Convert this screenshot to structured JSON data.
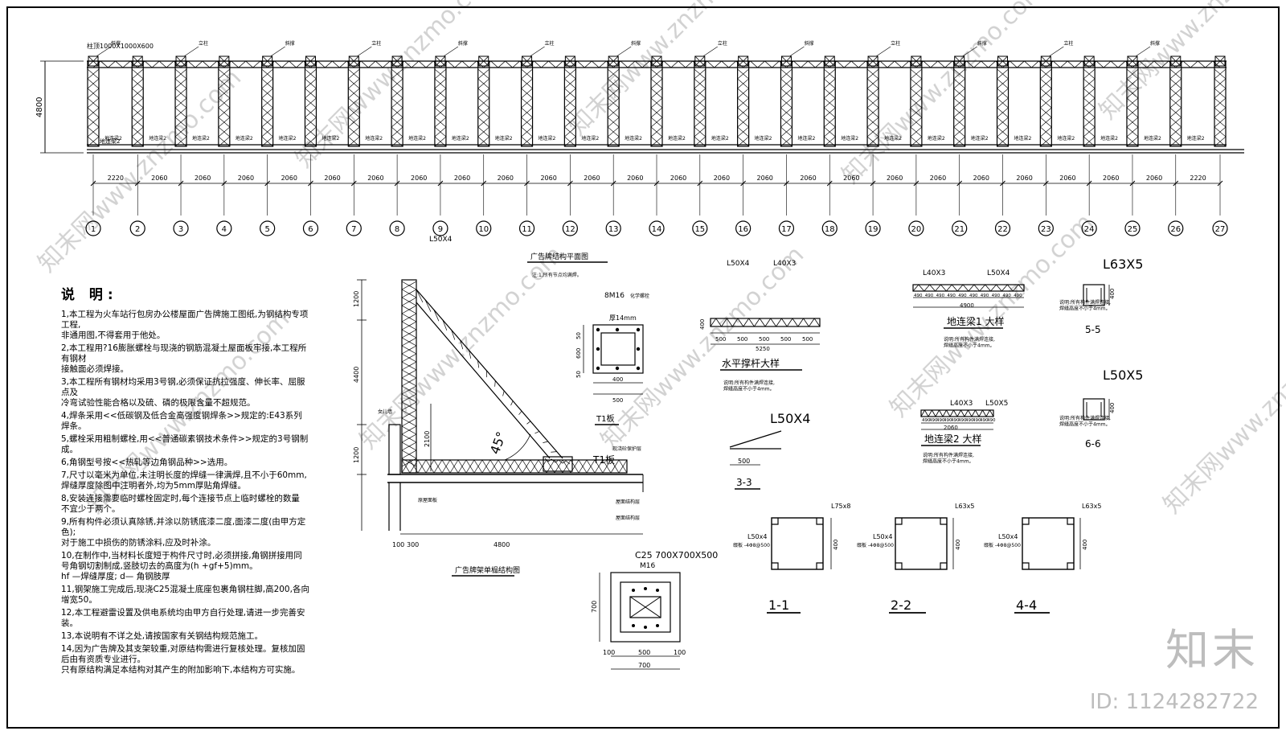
{
  "elevation": {
    "height_dim": "4800",
    "member_labels": [
      "柱顶1000X1000X600",
      "地连梁2",
      "斜撑",
      "立柱",
      "横梁"
    ],
    "spans": [
      "2220",
      "2060",
      "2060",
      "2060",
      "2060",
      "2060",
      "2060",
      "2060",
      "2060",
      "2060",
      "2060",
      "2060",
      "2060",
      "2060",
      "2060",
      "2060",
      "2060",
      "2060",
      "2060",
      "2060",
      "2060",
      "2060",
      "2060",
      "2060",
      "2060",
      "2220"
    ],
    "axes": [
      "1",
      "2",
      "3",
      "4",
      "5",
      "6",
      "7",
      "8",
      "9",
      "10",
      "11",
      "12",
      "13",
      "14",
      "15",
      "16",
      "17",
      "18",
      "19",
      "20",
      "21",
      "22",
      "23",
      "24",
      "25",
      "26",
      "27"
    ],
    "axis_note": "L50X4"
  },
  "notes": {
    "title": "说 明:",
    "items": [
      "1,本工程为火车站行包房办公楼屋面广告牌施工图纸,为钢结构专项工程,\n  非通用图,不得套用于他处。",
      "2,本工程用?16膨胀螺栓与现浇的钢筋混凝土屋面板牢接,本工程所有钢材\n  接触面必须焊接。",
      "3,本工程所有钢材均采用3号钢,必须保证抗拉强度、伸长率、屈服点及\n  冷弯试验性能合格以及硫、磷的极限含量不超规范。",
      "4,焊条采用<<低碳钢及低合金高强度钢焊条>>规定的:E43系列焊条。",
      "5,螺栓采用粗制螺栓,用<<普通碳素钢技术条件>>规定的3号钢制成。",
      "6,角钢型号按<<热轧等边角钢品种>>选用。",
      "7,尺寸以毫米为单位,未注明长度的焊缝一律满焊,且不小于60mm,\n  焊缝厚度除图中注明者外,均为5mm厚贴角焊缝。",
      "8,安装连接需要临时螺栓固定时,每个连接节点上临时螺栓的数量\n  不宜少于两个。",
      "9,所有构件必须认真除锈,并涂以防锈底漆二度,面漆二度(由甲方定色);\n  对于施工中损伤的防锈涂料,应及时补涂。",
      "10,在制作中,当材料长度短于构件尺寸时,必须拼接,角钢拼接用同\n  号角钢切割制成,竖肢切去的高度为(h +gf+5)mm。\n  hf —焊缝厚度; d— 角钢肢厚",
      "11,钢架施工完成后,现浇C25混凝土底座包裹角钢柱脚,高200,各向增宽50。",
      "12,本工程避雷设置及供电系统均由甲方自行处理,请进一步完善安装。",
      "13,本说明有不详之处,请按国家有关钢结构规范施工。",
      "14,因为广告牌及其支架较重,对原结构需进行复核处理。复核加固后由有资质专业进行。\n  只有原结构满足本结构对其产生的附加影响下,本结构方可实施。"
    ]
  },
  "section": {
    "title": "广告牌架单榀结构图",
    "dims": [
      "1200",
      "4400",
      "1200",
      "2100",
      "4800",
      "100",
      "300",
      "45°"
    ],
    "labels": [
      "T1板",
      "现浇砼保护层",
      "屋面结构层",
      "屋面结构层",
      "原屋面板",
      "女儿墙"
    ]
  },
  "plan": {
    "title": "广告牌结构平面图",
    "note": "注:1,所有节点均满焊。",
    "bolt": "8M16",
    "bolt_note": "化学螺栓",
    "plate": "厚14mm",
    "dims": [
      "500",
      "400",
      "600",
      "50",
      "50",
      "50",
      "50"
    ],
    "label": "T1板"
  },
  "base": {
    "title": "C25 700X700X500",
    "bolt": "M16",
    "dims": [
      "700",
      "100",
      "500",
      "100",
      "700"
    ]
  },
  "strut": {
    "labels": [
      "L50X4",
      "L40X3"
    ],
    "dims": [
      "400",
      "500",
      "500",
      "500",
      "500",
      "500",
      "5250"
    ],
    "title": "水平撑杆大样",
    "note": "说明:所有构件满焊连接,\n焊缝高度不小于4mm。"
  },
  "section33": {
    "angle": "L50X4",
    "dim": "500",
    "title": "3-3"
  },
  "beam1": {
    "labels": [
      "L40X3",
      "L50X4"
    ],
    "dims": [
      "490",
      "490",
      "490",
      "490",
      "490",
      "490",
      "490",
      "490",
      "490",
      "490",
      "4900"
    ],
    "title": "地连梁1 大样",
    "note": "说明:所有构件满焊连接,\n焊缝高度不小于4mm。"
  },
  "beam2": {
    "labels": [
      "L40X3",
      "L50X5"
    ],
    "dims": [
      "490",
      "490",
      "490",
      "490",
      "490",
      "490",
      "490",
      "490",
      "490",
      "490",
      "2060"
    ],
    "title": "地连梁2 大样",
    "note": "说明:所有构件满焊连接,\n焊缝高度不小于4mm。"
  },
  "sec55": {
    "angle": "L63X5",
    "dim": "400",
    "title": "5-5",
    "note": "说明:所有构件满焊连接,\n焊缝高度不小于4mm。"
  },
  "sec66": {
    "angle": "L50X5",
    "dim": "400",
    "title": "6-6",
    "note": "说明:所有构件满焊连接,\n焊缝高度不小于4mm。"
  },
  "sec11": {
    "angle": "L75x8",
    "inner": "L50x4",
    "dim": "400",
    "note2": "缀板 -4Φ8@500",
    "title": "1-1"
  },
  "sec22": {
    "angle": "L63x5",
    "inner": "L50x4",
    "dim": "400",
    "note2": "缀板 -4Φ8@500",
    "title": "2-2"
  },
  "sec44": {
    "angle": "L63x5",
    "inner": "L50x4",
    "dim": "400",
    "note2": "缀板 -4Φ8@500",
    "title": "4-4"
  },
  "watermark": {
    "brand": "知末",
    "id": "ID: 1124282722",
    "tile": "知末网www.znzmo.com"
  },
  "colors": {
    "ink": "#000000",
    "watermark": "#bdbdbd"
  }
}
